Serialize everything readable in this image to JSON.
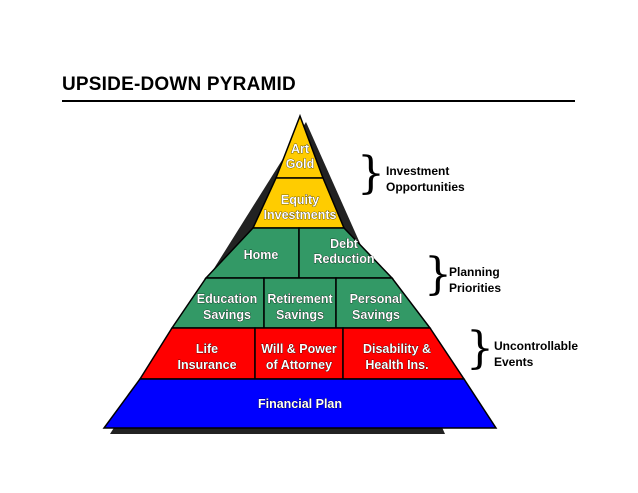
{
  "title": "UPSIDE-DOWN PYRAMID",
  "pyramid": {
    "tier1": [
      "Art",
      "Gold"
    ],
    "tier2": [
      "Equity",
      "Investments"
    ],
    "tier3": {
      "home": "Home",
      "debt": [
        "Debt",
        "Reduction"
      ]
    },
    "tier4": {
      "education": [
        "Education",
        "Savings"
      ],
      "retirement": [
        "Retirement",
        "Savings"
      ],
      "personal": [
        "Personal",
        "Savings"
      ]
    },
    "tier5": {
      "life": [
        "Life",
        "Insurance"
      ],
      "will": [
        "Will & Power",
        "of Attorney"
      ],
      "disability": [
        "Disability &",
        "Health Ins."
      ]
    },
    "tier6": "Financial Plan"
  },
  "groups": {
    "investment": [
      "Investment",
      "Opportunities"
    ],
    "planning": [
      "Planning",
      "Priorities"
    ],
    "uncontrollable": [
      "Uncontrollable",
      "Events"
    ]
  },
  "colors": {
    "gold": "#FFCC00",
    "green": "#339966",
    "red": "#FF0000",
    "blue": "#0000FF"
  }
}
